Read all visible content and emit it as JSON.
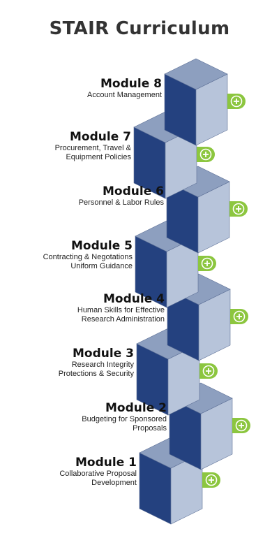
{
  "title": "STAIR Curriculum",
  "colors": {
    "cube_top": "#8d9fbf",
    "cube_left": "#24417f",
    "cube_right": "#b7c4da",
    "edge": "#5b6e95",
    "plus_button": "#8cc63f"
  },
  "modules": [
    {
      "number": "8",
      "title": "Module 8",
      "lines": [
        "Account Management"
      ],
      "icon": "plus-circle-icon"
    },
    {
      "number": "7",
      "title": "Module 7",
      "lines": [
        "Procurement, Travel &",
        "Equipment Policies"
      ],
      "icon": "plus-circle-icon"
    },
    {
      "number": "6",
      "title": "Module 6",
      "lines": [
        "Personnel & Labor Rules"
      ],
      "icon": "plus-circle-icon"
    },
    {
      "number": "5",
      "title": "Module 5",
      "lines": [
        "Contracting & Negotations",
        "Uniform Guidance"
      ],
      "icon": "plus-circle-icon"
    },
    {
      "number": "4",
      "title": "Module 4",
      "lines": [
        "Human Skills for Effective",
        "Research Administration"
      ],
      "icon": "plus-circle-icon"
    },
    {
      "number": "3",
      "title": "Module 3",
      "lines": [
        "Research Integrity",
        "Protections & Security"
      ],
      "icon": "plus-circle-icon"
    },
    {
      "number": "2",
      "title": "Module 2",
      "lines": [
        "Budgeting for Sponsored",
        "Proposals"
      ],
      "icon": "plus-circle-icon"
    },
    {
      "number": "1",
      "title": "Module 1",
      "lines": [
        "Collaborative Proposal",
        "Development"
      ],
      "icon": "plus-circle-icon"
    }
  ]
}
